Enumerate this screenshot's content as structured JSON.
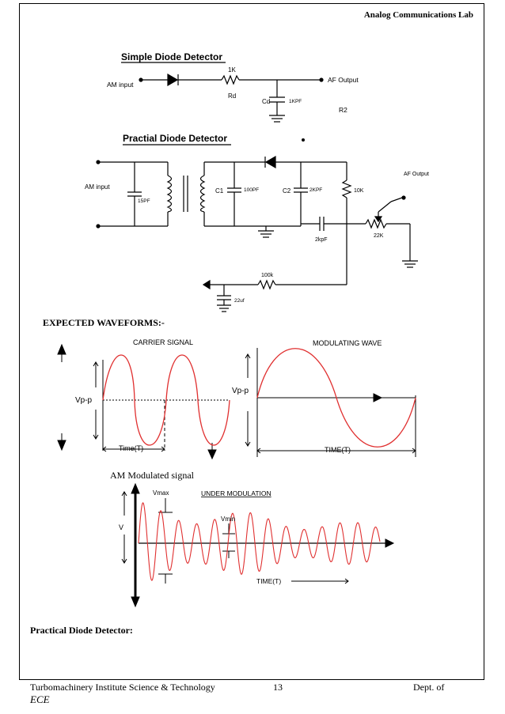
{
  "header": {
    "lab_title": "Analog Communications Lab"
  },
  "simple": {
    "title": "Simple Diode Detector",
    "am_input": "AM input",
    "r_value": "1K",
    "r_name": "Rd",
    "c_name": "Cd",
    "c_value": "1KPF",
    "af_output": "AF Output",
    "r2": "R2"
  },
  "practical": {
    "title": "Practial Diode Detector",
    "am_input": "AM input",
    "c_in": "15PF",
    "c1_name": "C1",
    "c1_value": "100PF",
    "c2_name": "C2",
    "c2_value": "2KPF",
    "r_10k": "10K",
    "af_output": "AF Output",
    "c_coupling": "2kpF",
    "pot": "22K",
    "r_100k": "100k",
    "c_22uf": "22uf"
  },
  "section_heading": "EXPECTED WAVEFORMS:-",
  "carrier": {
    "title": "CARRIER SIGNAL",
    "vpp": "Vp-p",
    "time": "Time(T)"
  },
  "modulating": {
    "title": "MODULATING WAVE",
    "vpp": "Vp-p",
    "time": "TIME(T)"
  },
  "am": {
    "caption": "AM Modulated signal",
    "under": "UNDER MODULATION",
    "vmax": "Vmax",
    "vmin": "Vmin",
    "v": "V",
    "time": "TIME(T)"
  },
  "bottom_heading": "Practical Diode Detector:",
  "footer": {
    "institute": "Turbomachinery Institute Science & Technology",
    "page": "13",
    "dept": "Dept. of",
    "dept2": "ECE"
  },
  "colors": {
    "wave": "#e03030",
    "ink": "#000000"
  }
}
